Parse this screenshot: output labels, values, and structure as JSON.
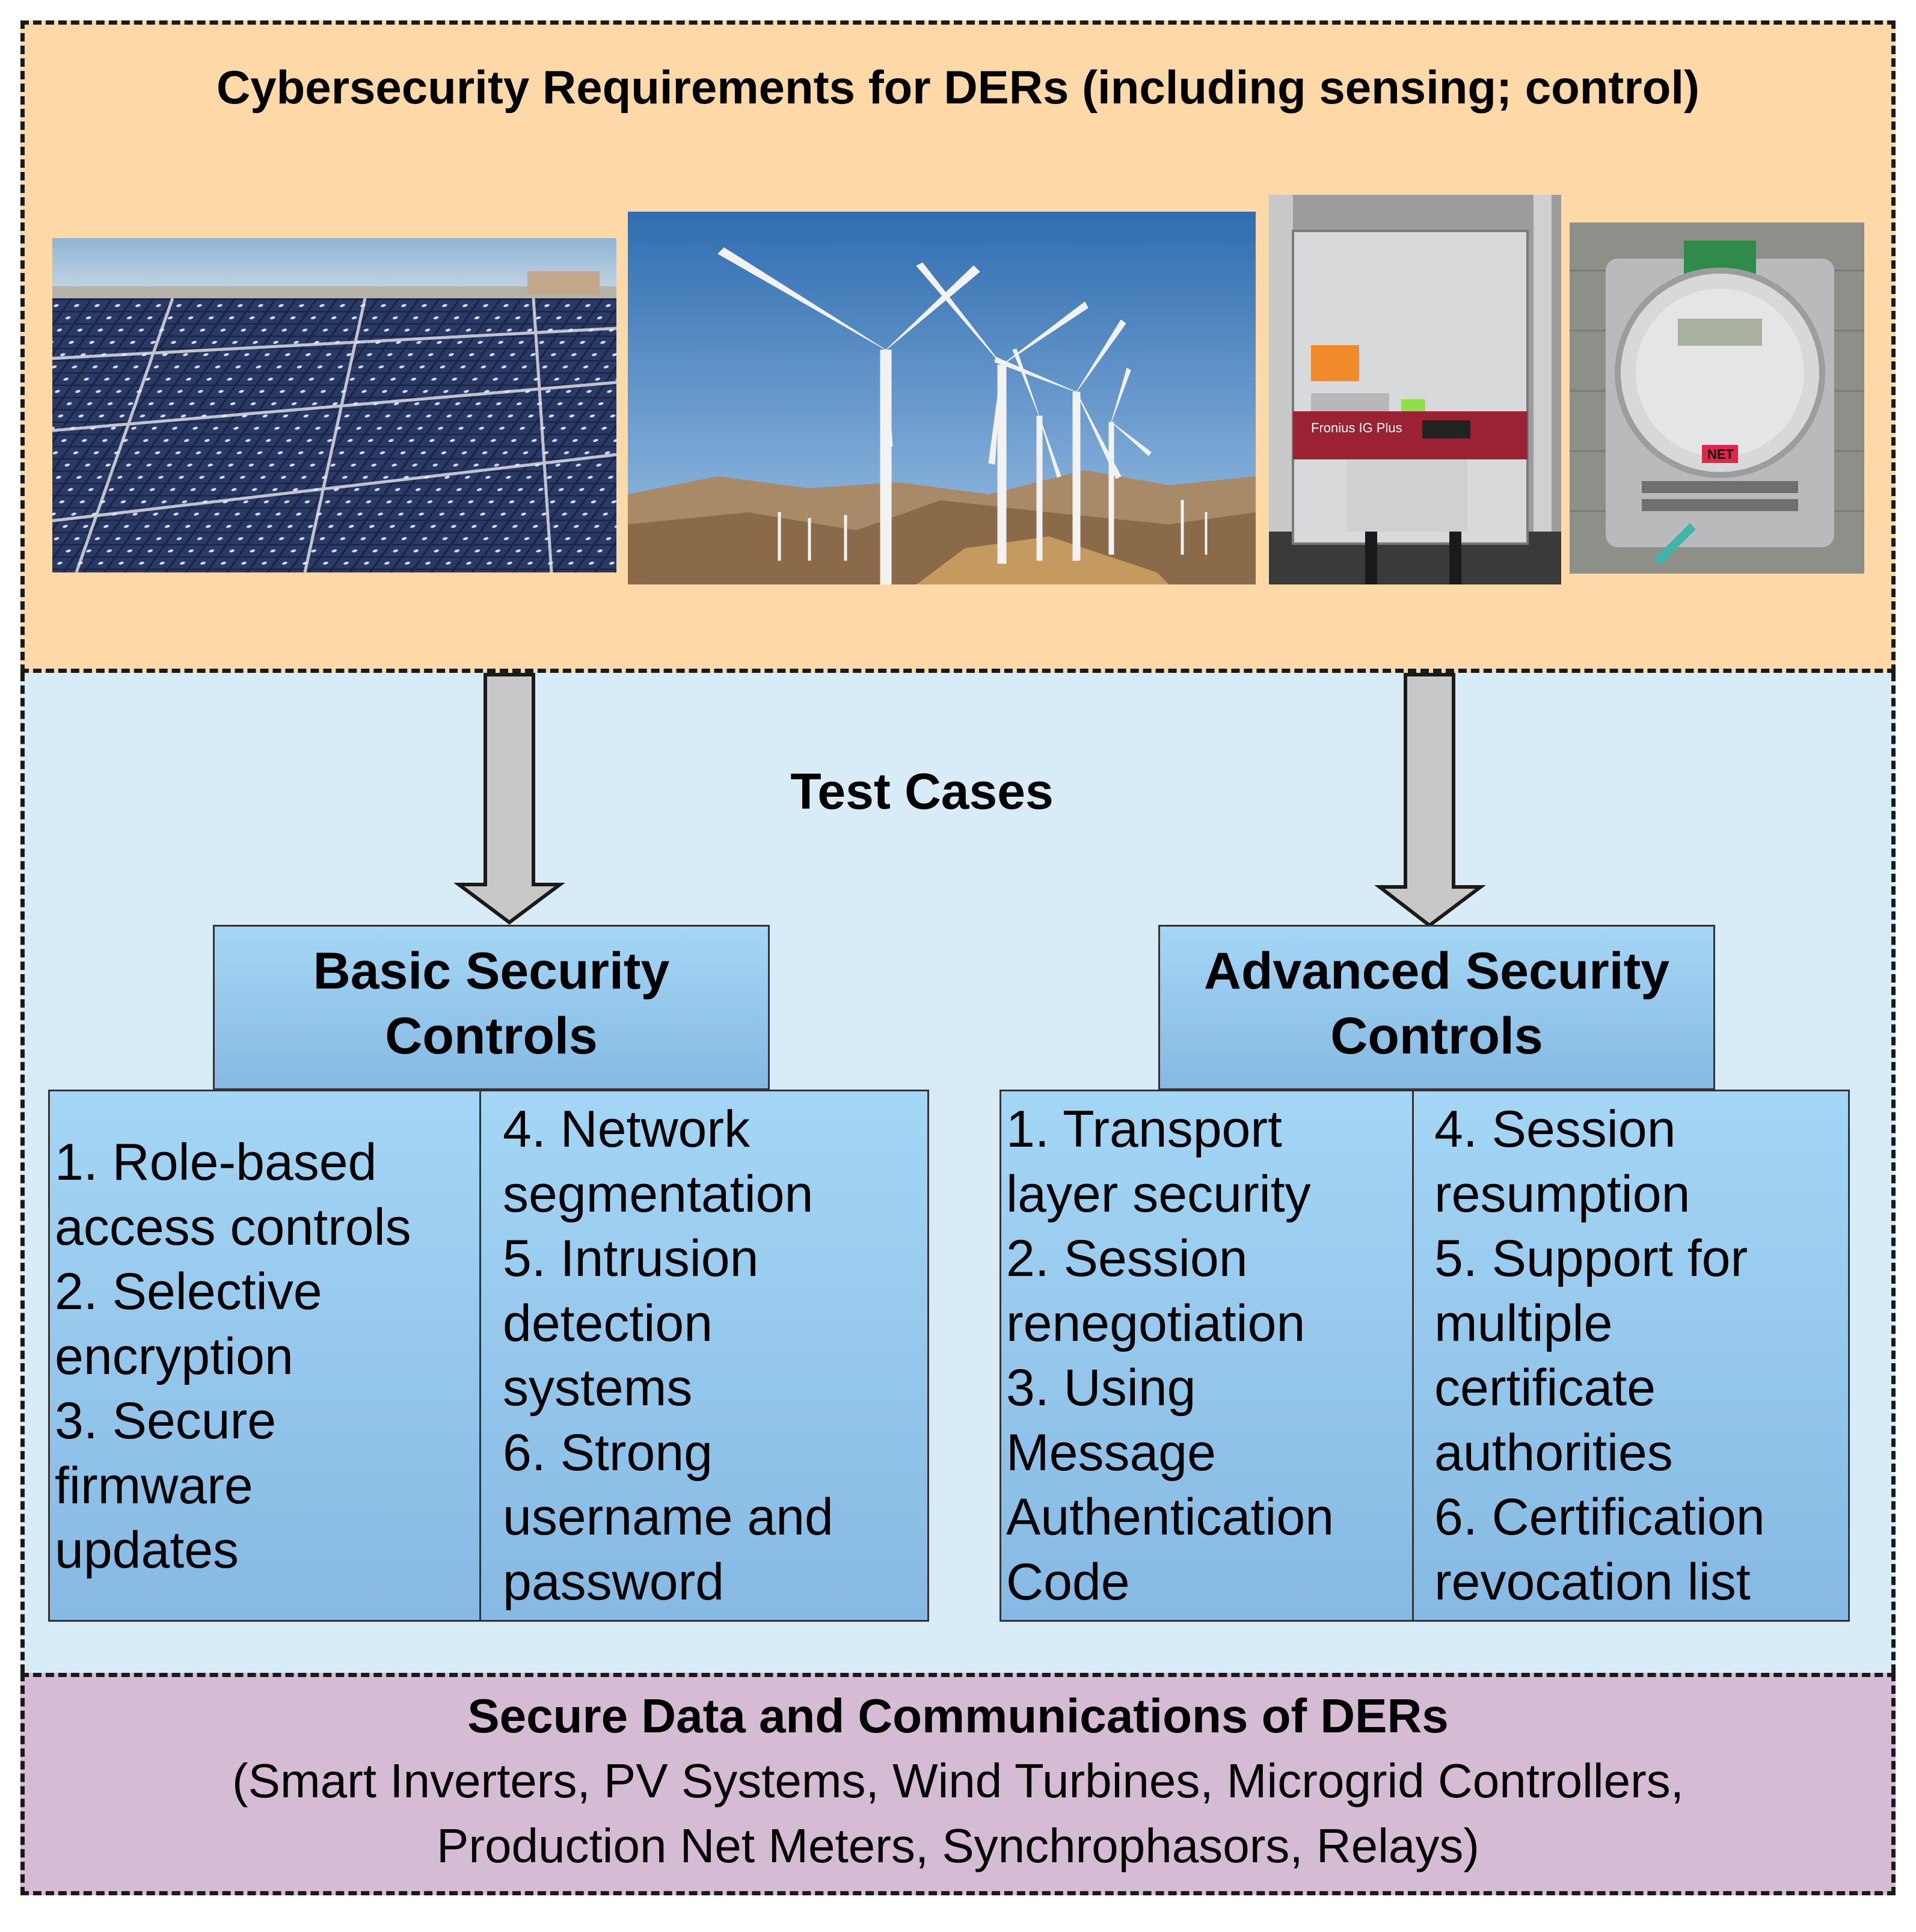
{
  "header": {
    "title": "Cybersecurity Requirements for DERs (including sensing; control)"
  },
  "photos": [
    {
      "name": "solar-panels-photo"
    },
    {
      "name": "wind-turbines-photo"
    },
    {
      "name": "inverter-photo",
      "label": "Fronius IG Plus"
    },
    {
      "name": "net-meter-photo",
      "label": "NET"
    }
  ],
  "middle": {
    "title": "Test Cases"
  },
  "basic": {
    "title_line1": "Basic Security",
    "title_line2": "Controls",
    "col1": [
      "1. Role-based",
      "access controls",
      "2. Selective",
      "encryption",
      "3. Secure",
      "firmware",
      "updates"
    ],
    "col2": [
      "4. Network",
      "segmentation",
      "5. Intrusion",
      "detection",
      "systems",
      "6. Strong",
      "username and",
      "password"
    ]
  },
  "advanced": {
    "title_line1": "Advanced Security",
    "title_line2": "Controls",
    "col1": [
      "1. Transport",
      "layer security",
      "2. Session",
      "renegotiation",
      "3. Using",
      "Message",
      "Authentication",
      "Code"
    ],
    "col2": [
      "4. Session",
      "resumption",
      "5. Support for",
      "multiple",
      "certificate",
      "authorities",
      "6. Certification",
      "revocation list"
    ]
  },
  "footer": {
    "title": "Secure Data and Communications of DERs",
    "line2": "(Smart Inverters, PV Systems, Wind Turbines, Microgrid Controllers,",
    "line3": "Production Net Meters, Synchrophasors, Relays)"
  },
  "colors": {
    "top_panel": "#fcd9a6",
    "middle_panel": "#d8ecf8",
    "bottom_panel": "#d5bcd4",
    "box_gradient_top": "#a4d6f5",
    "box_gradient_bottom": "#86b9e3",
    "arrow_fill": "#c8c8c8"
  }
}
